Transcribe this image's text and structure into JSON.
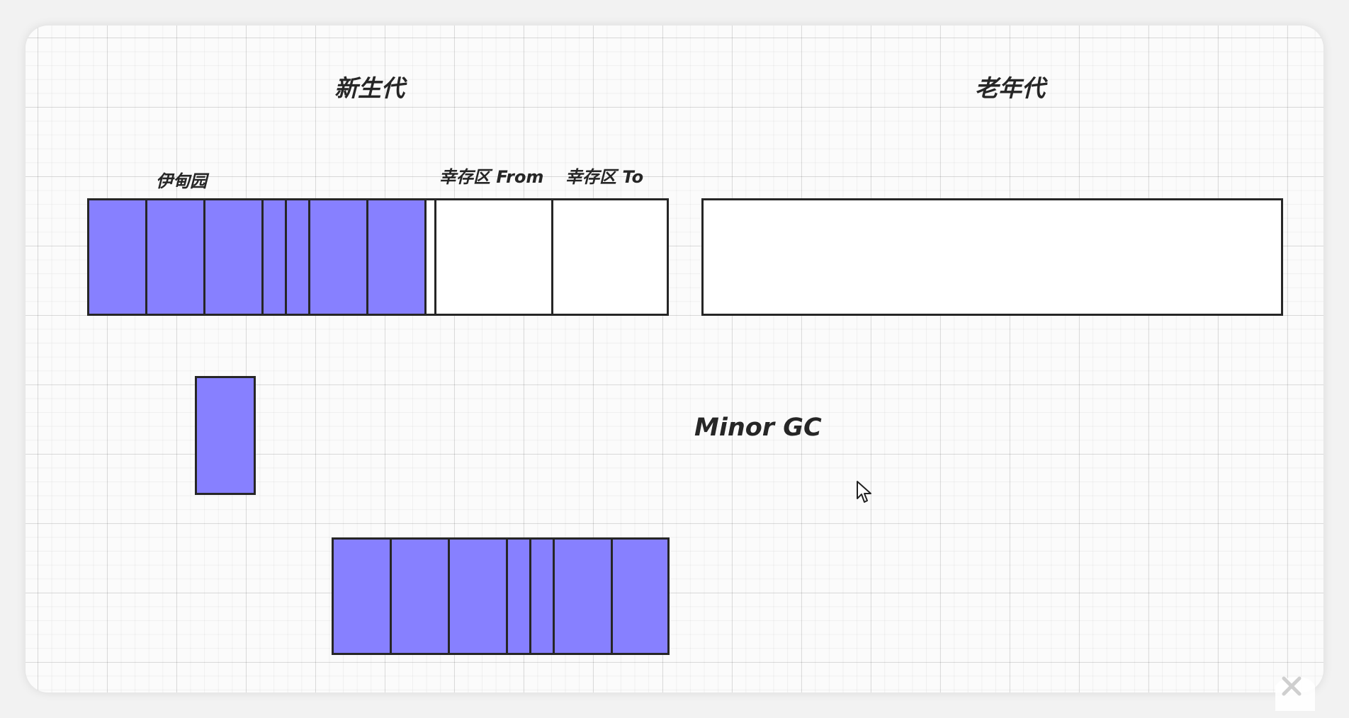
{
  "labels": {
    "young_gen": "新生代",
    "old_gen": "老年代",
    "eden": "伊甸园",
    "survivor_from": "幸存区 From",
    "survivor_to": "幸存区 To",
    "minor_gc": "Minor GC"
  },
  "colors": {
    "object_fill": "#8780ff",
    "stroke": "#262626",
    "empty_fill": "#ffffff"
  },
  "icons": {
    "cursor": "mouse-pointer-icon",
    "close": "close-icon"
  }
}
